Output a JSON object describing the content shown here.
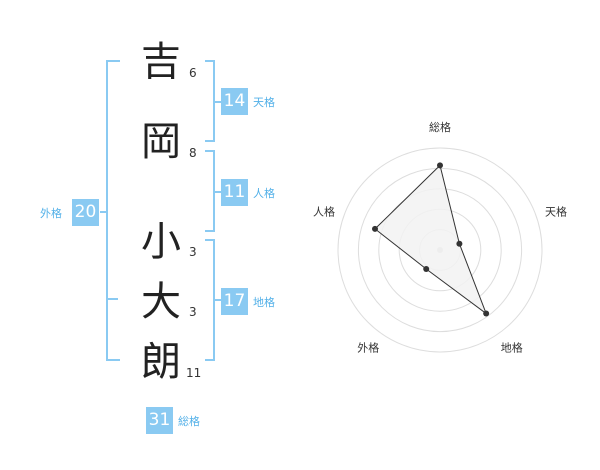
{
  "name": {
    "chars": [
      "吉",
      "岡",
      "小",
      "大",
      "朗"
    ],
    "strokes": [
      "6",
      "8",
      "3",
      "3",
      "11"
    ]
  },
  "kaku": {
    "tenkaku": {
      "value": "14",
      "label": "天格"
    },
    "jinkaku": {
      "value": "11",
      "label": "人格"
    },
    "chikaku": {
      "value": "17",
      "label": "地格"
    },
    "gaikaku": {
      "value": "20",
      "label": "外格"
    },
    "soukaku": {
      "value": "31",
      "label": "総格"
    }
  },
  "colors": {
    "accent": "#8acaf2",
    "label": "#52b0e8",
    "radar_fill": "#f2f2f2",
    "radar_line": "#333333"
  },
  "chart_data": {
    "type": "radar",
    "axes": [
      "総格",
      "天格",
      "地格",
      "外格",
      "人格"
    ],
    "values": [
      0.83,
      0.2,
      0.77,
      0.23,
      0.67
    ],
    "range": [
      0,
      1
    ],
    "rings": 5
  }
}
